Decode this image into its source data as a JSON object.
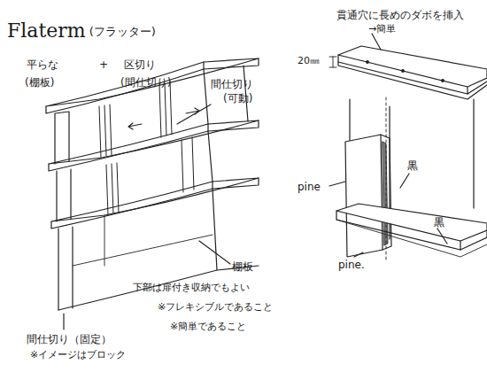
{
  "diagram": {
    "title": "Flaterm",
    "labels": [
      "(フラッター)",
      "平らな",
      "+",
      "区切り",
      "(棚板)",
      "(間仕切り)",
      "間仕切り",
      "(可動)",
      "棚板",
      "下部は扉付き収納でもよい",
      "※フレキシブルであること",
      "※簡単であること",
      "間仕切り（固定）",
      "※イメージはブロック",
      "貫通穴に長めのダボを挿入",
      "→簡単",
      "20㎜",
      "pine",
      "黒",
      "黒",
      "pine."
    ]
  }
}
